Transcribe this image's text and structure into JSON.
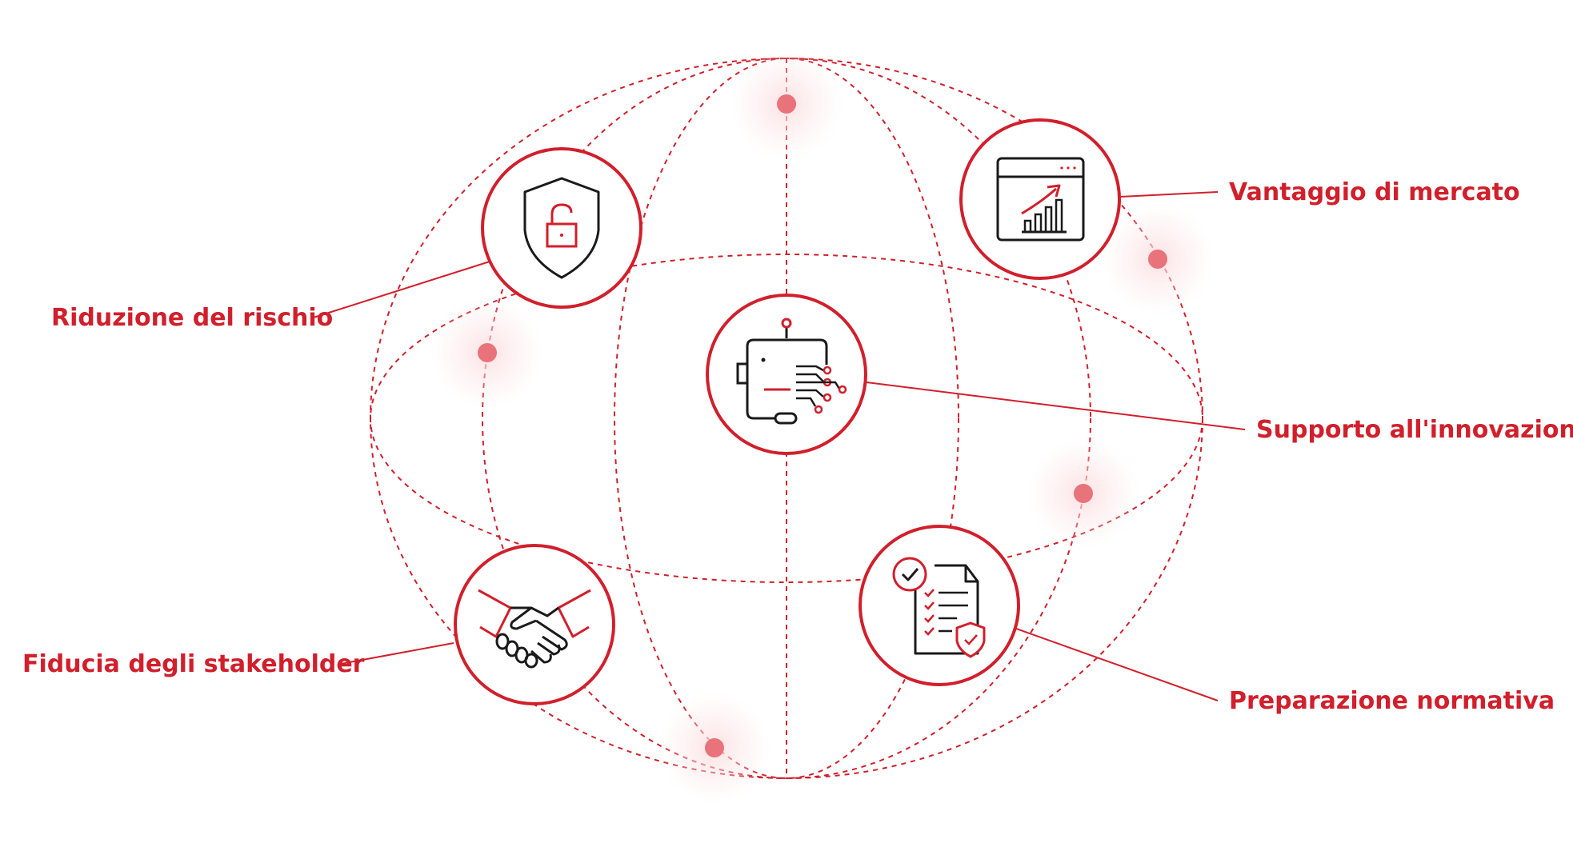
{
  "colors": {
    "accent": "#d11f2b",
    "dot": "#e8737b",
    "glow": "#fbe3e4",
    "icon_dark": "#1a1a1a",
    "background": "#ffffff"
  },
  "benefits": [
    {
      "id": "riduzione",
      "label": "Riduzione del rischio",
      "icon": "shield-unlock-icon"
    },
    {
      "id": "vantaggio",
      "label": "Vantaggio di mercato",
      "icon": "growth-chart-window-icon"
    },
    {
      "id": "supporto",
      "label": "Supporto all'innovazione",
      "icon": "ai-robot-icon"
    },
    {
      "id": "fiducia",
      "label": "Fiducia degli stakeholder",
      "icon": "handshake-icon"
    },
    {
      "id": "preparazione",
      "label": "Preparazione normativa",
      "icon": "compliance-checklist-icon"
    }
  ]
}
